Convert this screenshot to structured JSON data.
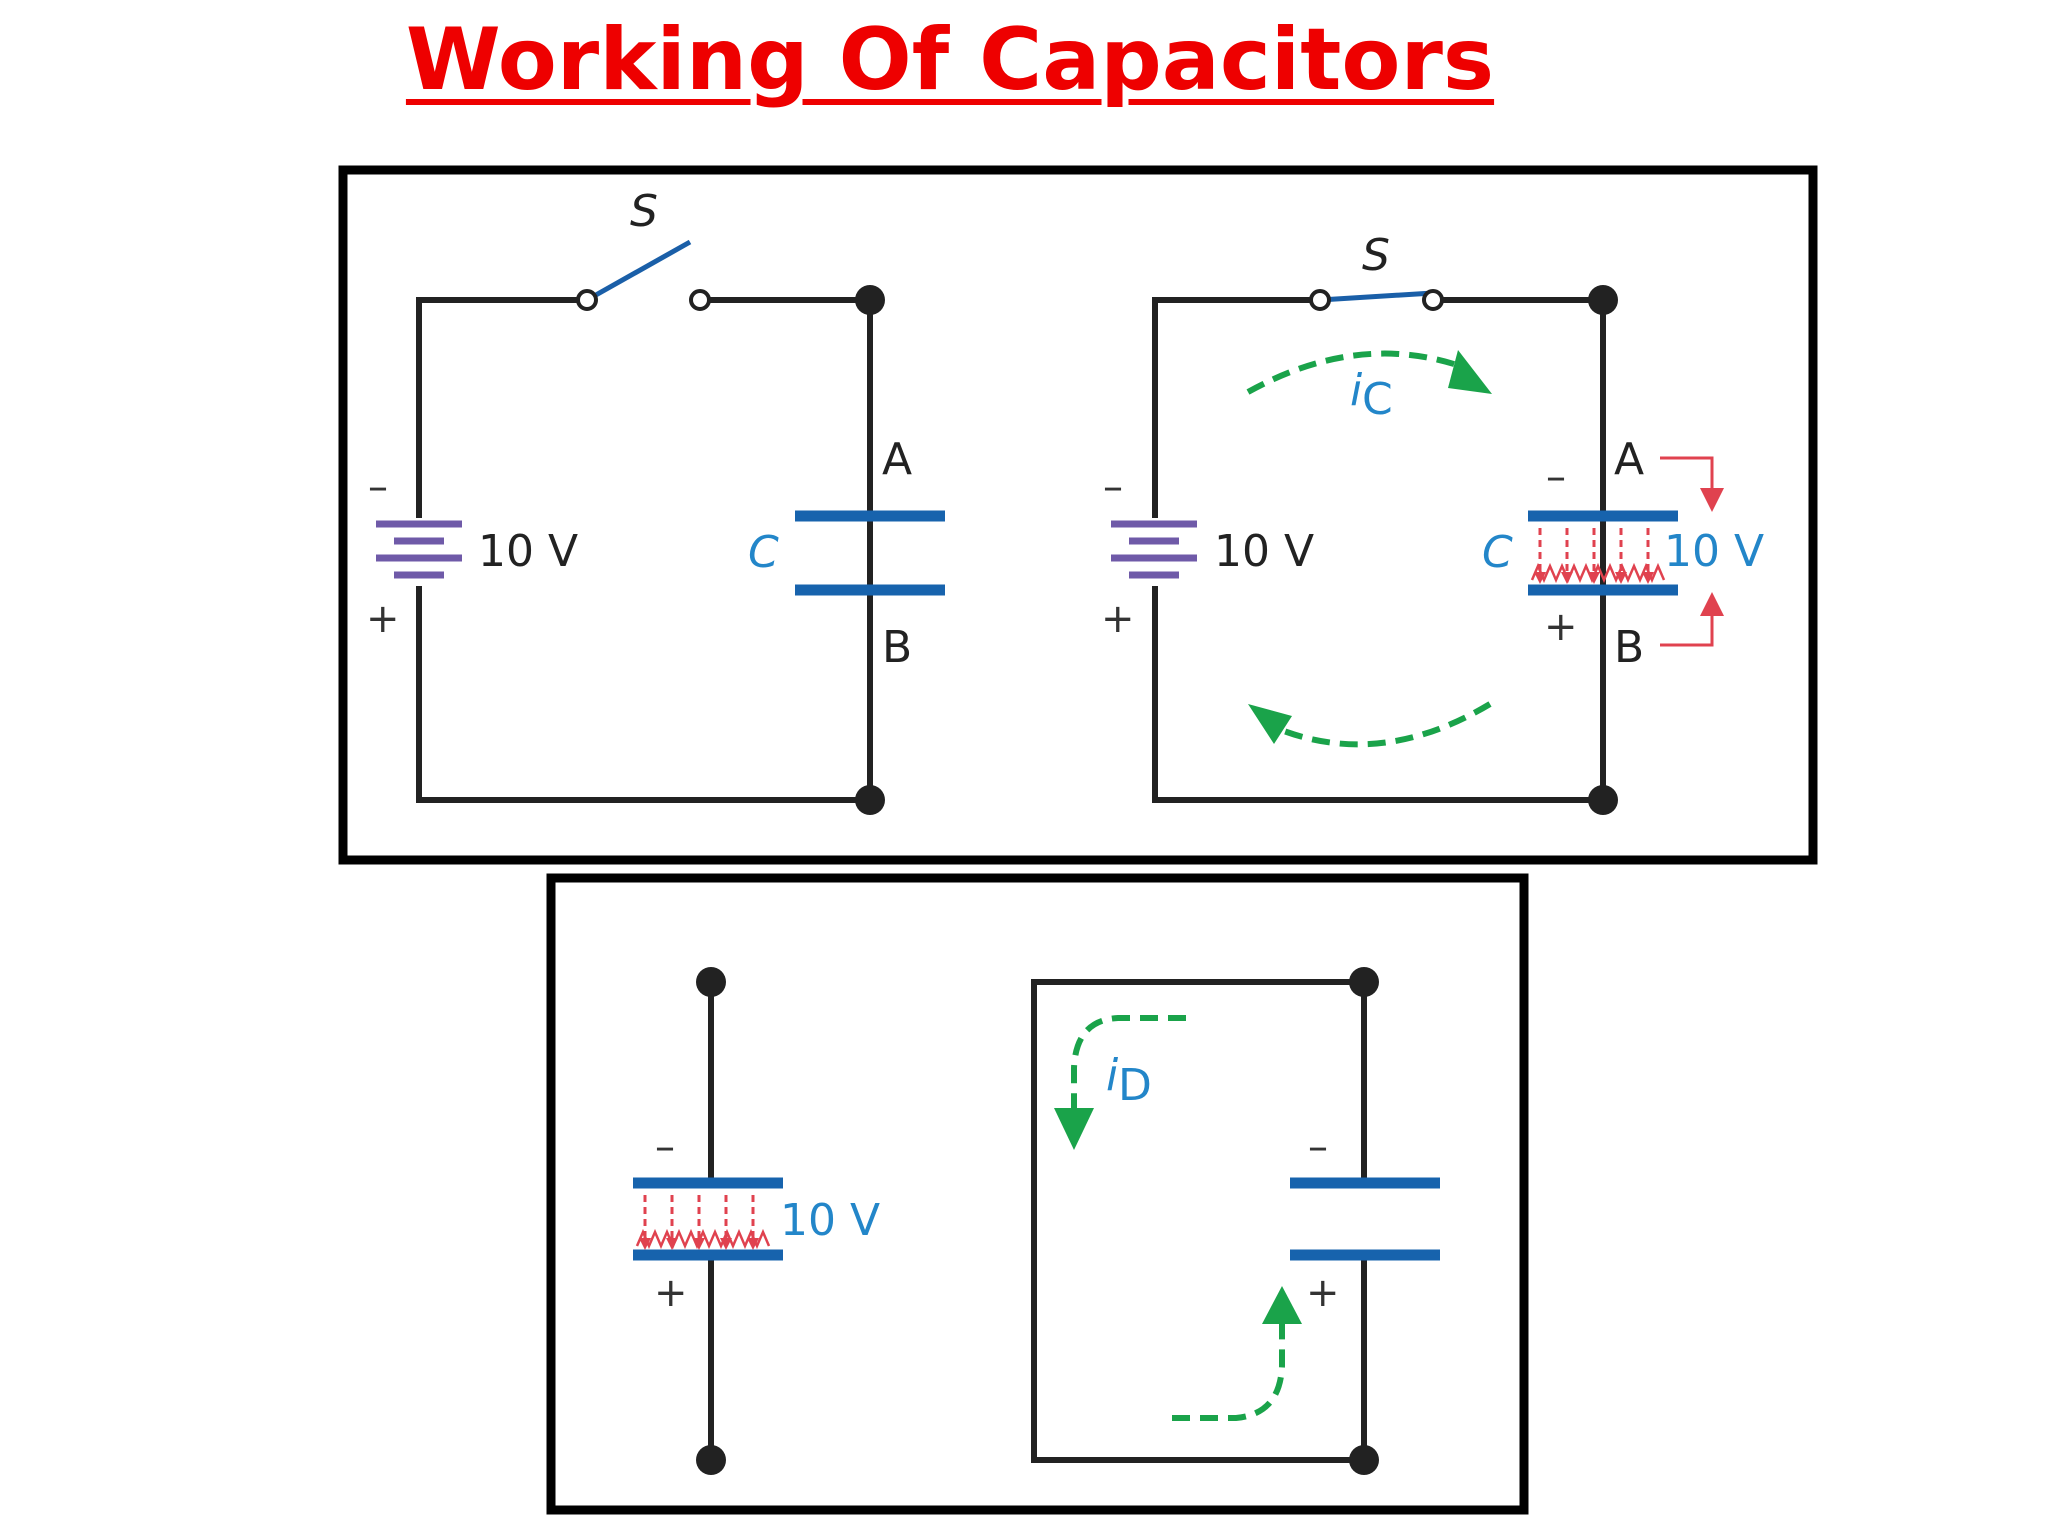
{
  "title": "Working Of Capacitors",
  "labels": {
    "switch": "S",
    "battery_voltage": "10 V",
    "capacitor": "C",
    "terminal_a": "A",
    "terminal_b": "B",
    "minus": "–",
    "plus": "+",
    "charge_current_i": "i",
    "charge_current_sub": "C",
    "capacitor_voltage": "10 V",
    "discharge_current_i": "i",
    "discharge_current_sub": "D"
  },
  "colors": {
    "title": "#ee0000",
    "plate": "#1763ad",
    "battery": "#6f5aa8",
    "current_flow": "#1aa34a",
    "electric_field": "#e0424f",
    "label_blue": "#2386c9"
  }
}
